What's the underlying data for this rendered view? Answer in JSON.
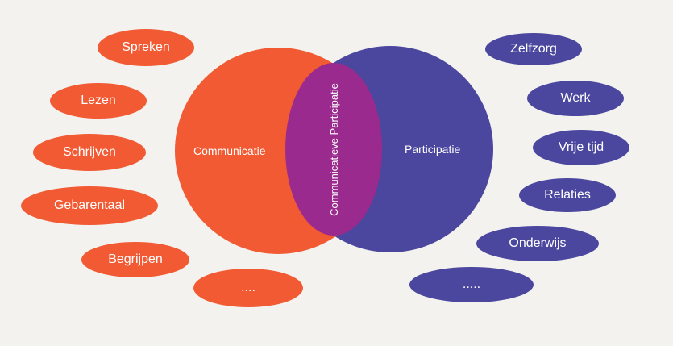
{
  "colors": {
    "communicatie": "#F15A33",
    "participatie": "#4B479E",
    "overlap": "#9B2A8E",
    "background": "#F3F2EE"
  },
  "venn": {
    "left_label": "Communicatie",
    "right_label": "Participatie",
    "overlap_label": "Communicatieve Participatie"
  },
  "left_items": [
    "Spreken",
    "Lezen",
    "Schrijven",
    "Gebarentaal",
    "Begrijpen",
    "...."
  ],
  "right_items": [
    "Zelfzorg",
    "Werk",
    "Vrije tijd",
    "Relaties",
    "Onderwijs",
    "....."
  ]
}
